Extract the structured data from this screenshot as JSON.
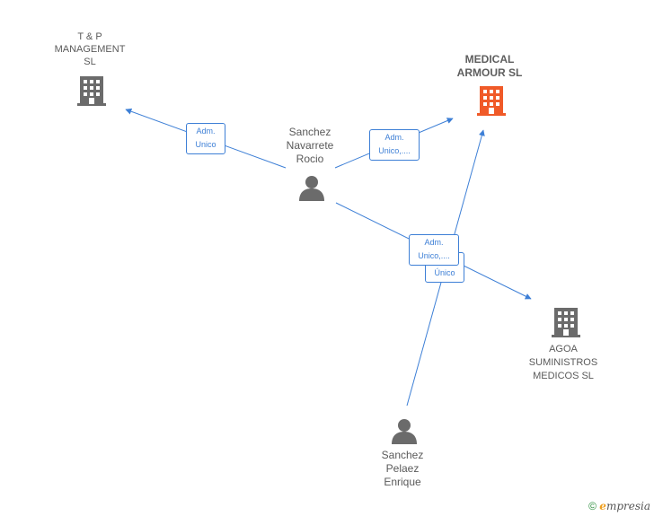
{
  "nodes": {
    "tp": {
      "label_lines": [
        "T & P",
        "MANAGEMENT",
        "SL"
      ]
    },
    "medical": {
      "label_lines": [
        "MEDICAL",
        "ARMOUR  SL"
      ],
      "color": "#f05a28"
    },
    "agoa": {
      "label_lines": [
        "AGOA",
        "SUMINISTROS",
        "MEDICOS  SL"
      ]
    },
    "sanchez_navarrete": {
      "label_lines": [
        "Sanchez",
        "Navarrete",
        "Rocio"
      ]
    },
    "sanchez_pelaez": {
      "label_lines": [
        "Sanchez",
        "Pelaez",
        "Enrique"
      ]
    }
  },
  "edges": {
    "rocio_tp": {
      "lines": [
        "Adm.",
        "Unico"
      ]
    },
    "rocio_medical": {
      "lines": [
        "Adm.",
        "Unico,...."
      ]
    },
    "rocio_agoa": {
      "lines": [
        "Adm.",
        "Unico,...."
      ]
    },
    "enrique_medical": {
      "lines": [
        "Único"
      ]
    }
  },
  "colors": {
    "edge": "#3d7fd6",
    "icon": "#6b6b6b",
    "focus": "#f05a28"
  },
  "footer": {
    "copyright": "©",
    "brand_initial": "e",
    "brand_rest": "mpresia"
  }
}
